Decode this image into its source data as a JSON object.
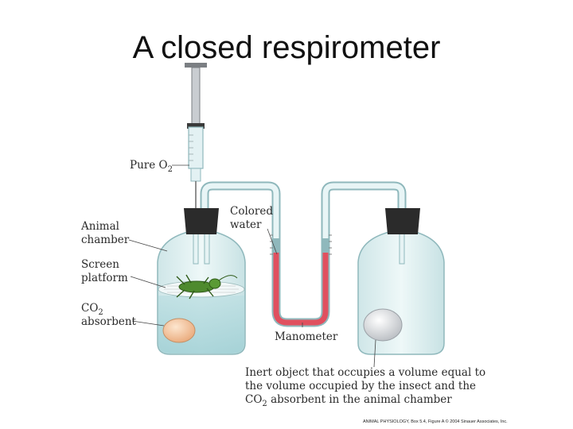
{
  "title": "A closed respirometer",
  "labels": {
    "pure_o2": "Pure O",
    "pure_o2_sub": "2",
    "animal_chamber_1": "Animal",
    "animal_chamber_2": "chamber",
    "screen_platform_1": "Screen",
    "screen_platform_2": "platform",
    "co2_absorbent_1": "CO",
    "co2_absorbent_sub": "2",
    "co2_absorbent_2": "absorbent",
    "colored_water_1": "Colored",
    "colored_water_2": "water",
    "manometer": "Manometer",
    "inert_1": "Inert object that occupies a volume equal to",
    "inert_2": "the volume occupied by the insect and the",
    "inert_3_pre": "CO",
    "inert_3_sub": "2",
    "inert_3_post": " absorbent in the animal chamber"
  },
  "credit": "ANIMAL PHYSIOLOGY, Box 5.4, Figure A  © 2004 Sinauer Associates, Inc.",
  "colors": {
    "glass": "#dff0f0",
    "glass_edge": "#8fb8bc",
    "water_body": "#c3e3e6",
    "colored_water": "#e0505f",
    "stopper": "#2b2b2b",
    "insect": "#4e8a2e",
    "absorbent": "#f3c7a0",
    "inert": "#e6e8ea"
  }
}
